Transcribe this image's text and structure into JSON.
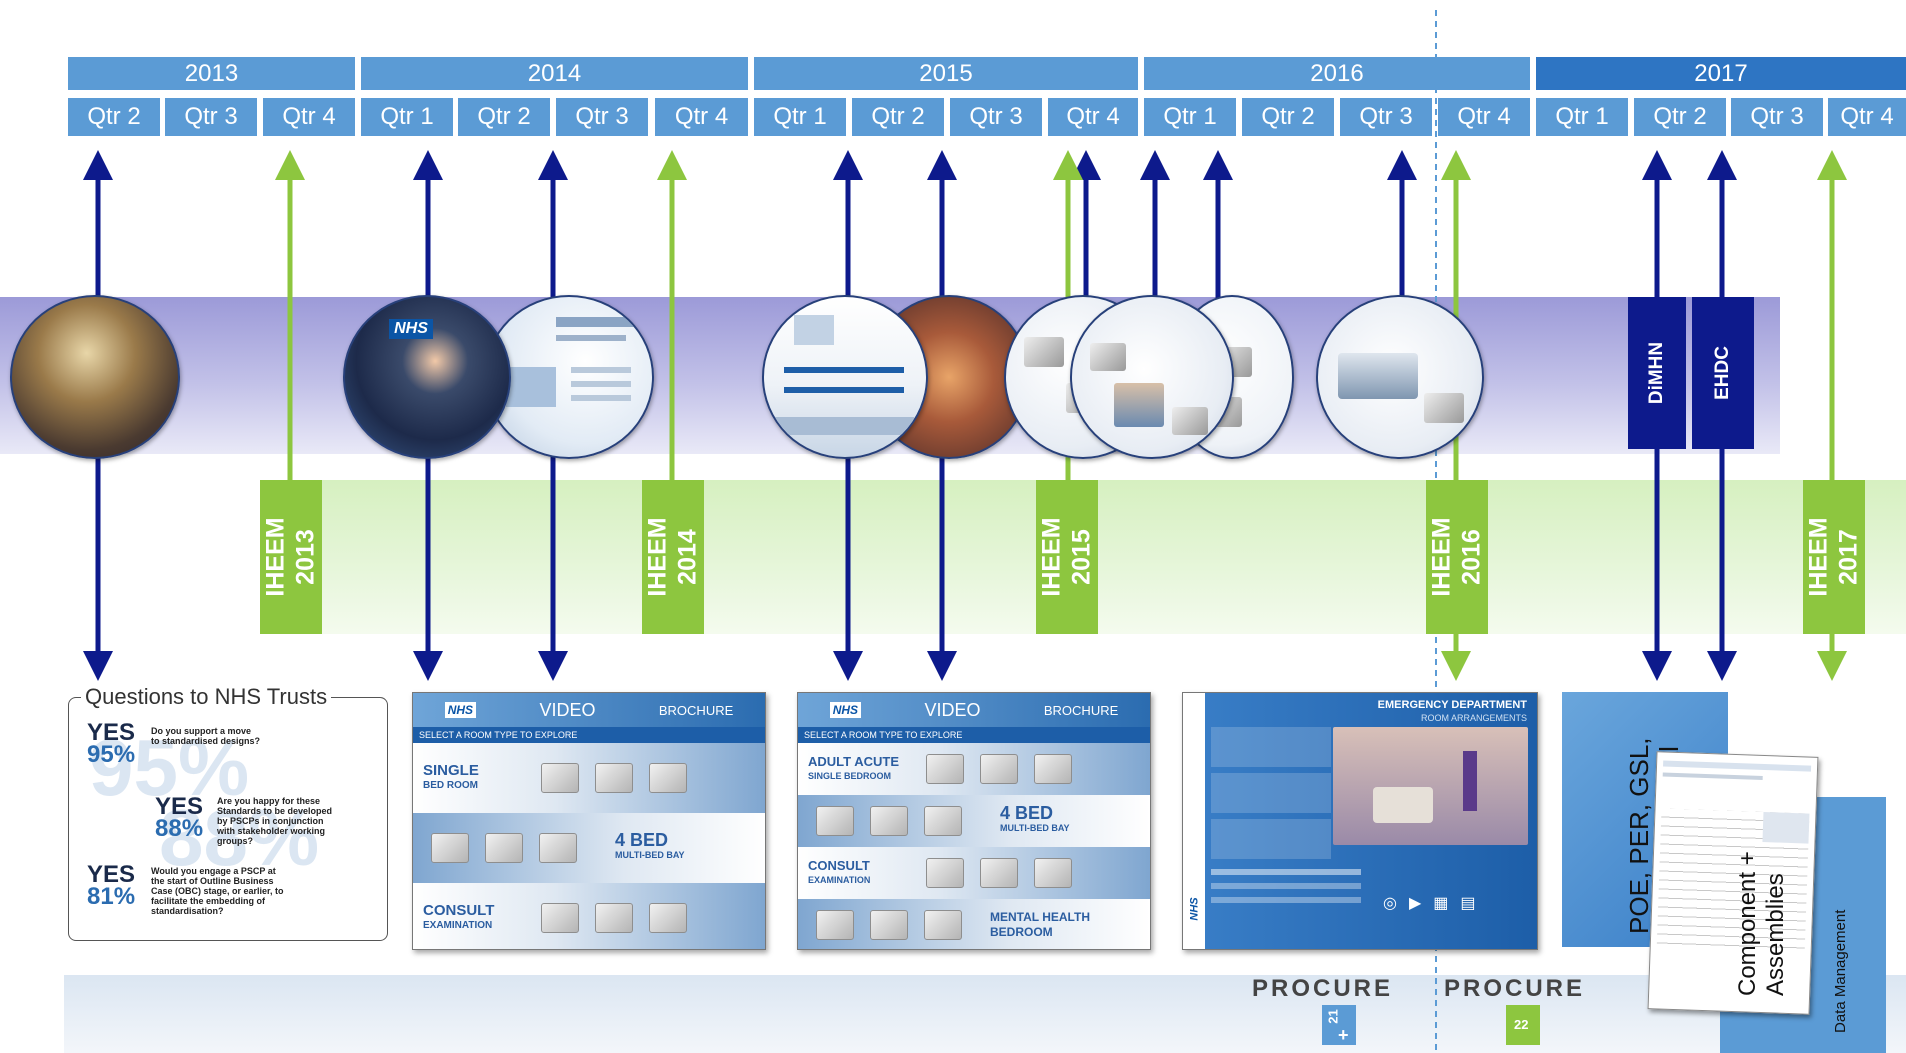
{
  "timeline": {
    "years": [
      {
        "label": "2013"
      },
      {
        "label": "2014"
      },
      {
        "label": "2015"
      },
      {
        "label": "2016"
      },
      {
        "label": "2017"
      }
    ],
    "quarters": [
      {
        "label": "Qtr 2"
      },
      {
        "label": "Qtr 3"
      },
      {
        "label": "Qtr 4"
      },
      {
        "label": "Qtr 1"
      },
      {
        "label": "Qtr 2"
      },
      {
        "label": "Qtr 3"
      },
      {
        "label": "Qtr 4"
      },
      {
        "label": "Qtr 1"
      },
      {
        "label": "Qtr 2"
      },
      {
        "label": "Qtr 3"
      },
      {
        "label": "Qtr 4"
      },
      {
        "label": "Qtr 1"
      },
      {
        "label": "Qtr 2"
      },
      {
        "label": "Qtr 3"
      },
      {
        "label": "Qtr 4"
      },
      {
        "label": "Qtr 1"
      },
      {
        "label": "Qtr 2"
      },
      {
        "label": "Qtr 3"
      },
      {
        "label": "Qtr 4"
      }
    ]
  },
  "ihem_tags": [
    {
      "text": "IHEEM\n2013"
    },
    {
      "text": "IHEEM\n2014"
    },
    {
      "text": "IHEEM\n2015"
    },
    {
      "text": "IHEEM\n2016"
    },
    {
      "text": "IHEEM\n2017"
    }
  ],
  "dark_tags": {
    "dimhn": "DiMHN",
    "ehdc": "EHDC"
  },
  "questions": {
    "title": "Questions to NHS Trusts",
    "items": [
      {
        "yes": "YES",
        "pct": "95%",
        "q": "Do you support a move to standardised designs?"
      },
      {
        "yes": "YES",
        "pct": "88%",
        "q": "Are you happy for these Standards to be developed by PSCPs in conjunction with stakeholder working groups?"
      },
      {
        "yes": "YES",
        "pct": "81%",
        "q": "Would you engage a PSCP at the start of Outline Business Case (OBC) stage, or earlier, to facilitate the embedding of standardisation?"
      }
    ]
  },
  "tablet1": {
    "nhs": "NHS",
    "video": "VIDEO",
    "brochure": "BROCHURE",
    "select": "SELECT A ROOM TYPE TO EXPLORE",
    "row1": "SINGLE",
    "row1_sub": "BED ROOM",
    "row2": "4 BED",
    "row2_sub": "MULTI-BED BAY",
    "row3": "CONSULT",
    "row3_sub": "EXAMINATION"
  },
  "tablet2": {
    "nhs": "NHS",
    "video": "VIDEO",
    "brochure": "BROCHURE",
    "select": "SELECT A ROOM TYPE TO EXPLORE",
    "row1": "ADULT ACUTE",
    "row1_sub": "SINGLE BEDROOM",
    "row2": "4 BED",
    "row2_sub": "MULTI-BED BAY",
    "row3": "CONSULT",
    "row3_sub": "EXAMINATION",
    "row4": "MENTAL HEALTH",
    "row4_sub": "BEDROOM"
  },
  "tablet3": {
    "title": "EMERGENCY DEPARTMENT",
    "subtitle": "ROOM ARRANGEMENTS",
    "nhs": "NHS"
  },
  "right_panel": {
    "vertical_text": "POE, PER, GSL, DA,  VR Hospital",
    "component_text": "Component + Assemblies",
    "data_management": "Data Management"
  },
  "footer": {
    "logo1_text": "PROCURE",
    "logo1_num": "21",
    "logo1_plus": "+",
    "logo2_text": "PROCURE",
    "logo2_num": "22"
  },
  "colors": {
    "year_blue": "#5b9bd5",
    "year_dark": "#2e75c3",
    "arrow_navy": "#0d1a8c",
    "arrow_green": "#8dc63f",
    "ihem_green": "#8dc63f"
  }
}
